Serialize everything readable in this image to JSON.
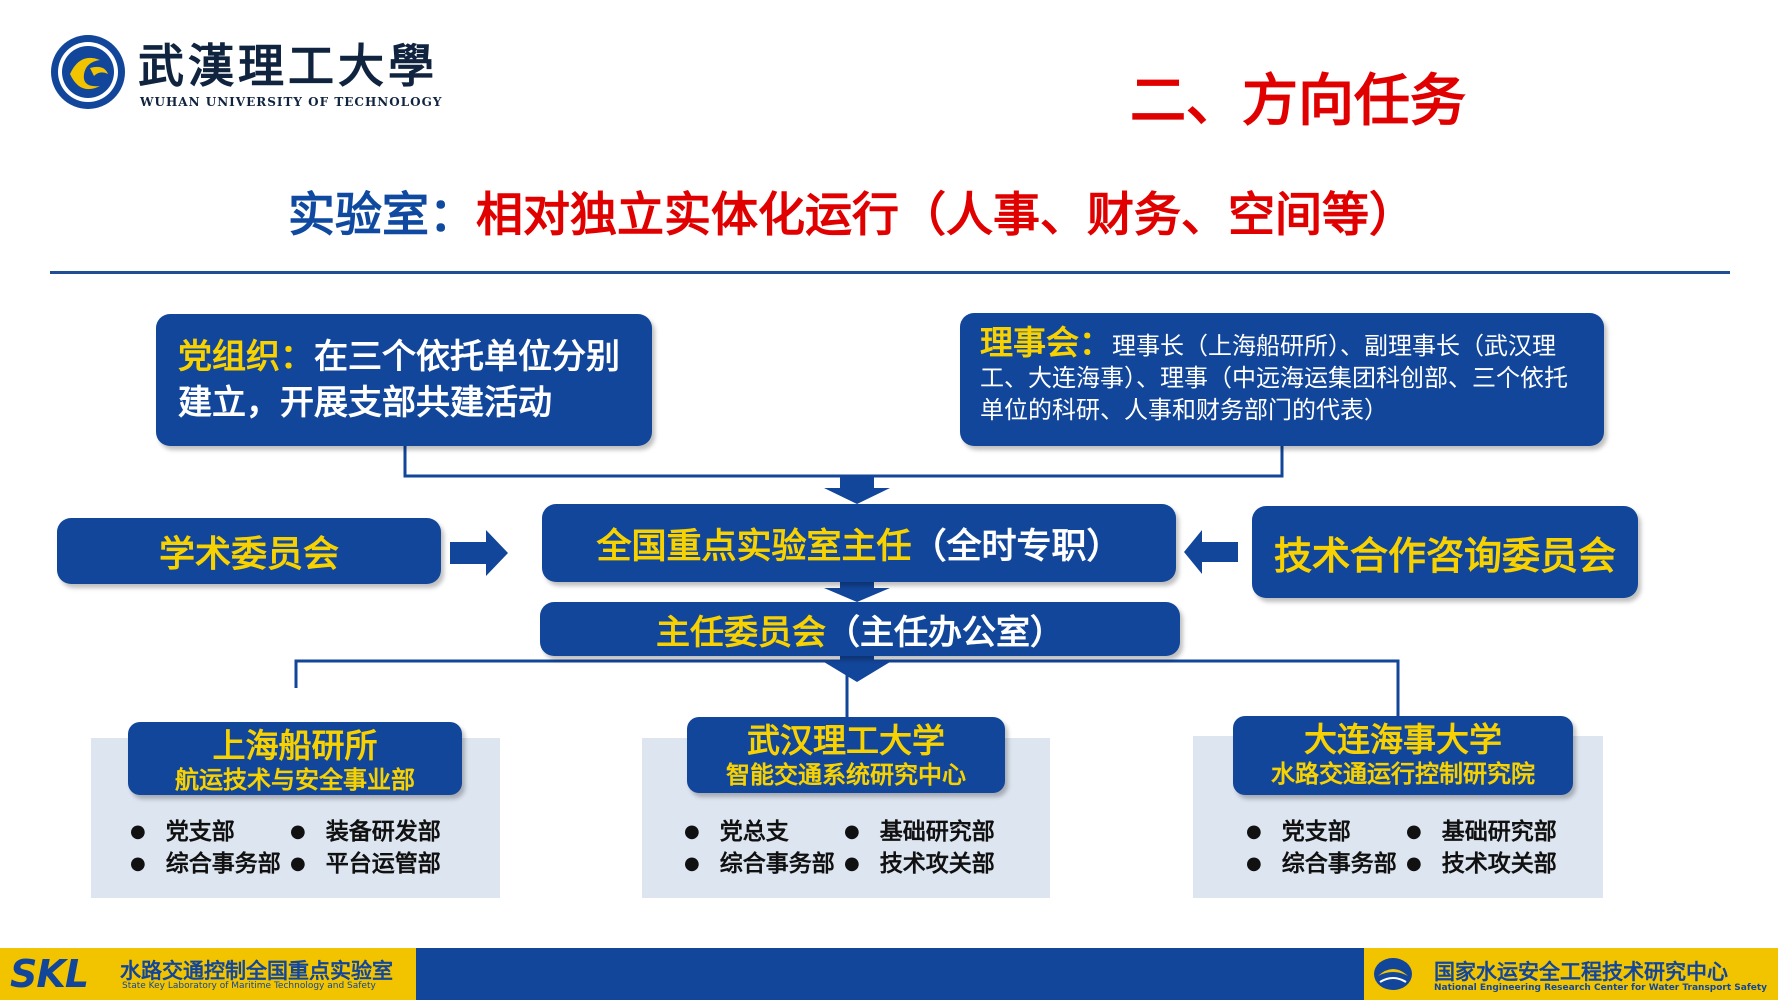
{
  "header": {
    "logo_cn": "武漢理工大學",
    "logo_en": "WUHAN UNIVERSITY OF TECHNOLOGY",
    "section_title": "二、方向任务",
    "subtitle_label": "实验室：",
    "subtitle_value": "相对独立实体化运行（人事、财务、空间等）"
  },
  "party": {
    "label": "党组织：",
    "text": "在三个依托单位分别建立，开展支部共建活动"
  },
  "board": {
    "label": "理事会：",
    "text": "理事长（上海船研所）、副理事长（武汉理工、大连海事）、理事（中远海运集团科创部、三个依托单位的科研、人事和财务部门的代表）"
  },
  "academic": "学术委员会",
  "director": {
    "label": "全国重点实验室主任",
    "note": "（全时专职）"
  },
  "tech": "技术合作咨询委员会",
  "committee": {
    "label": "主任委员会",
    "note": "（主任办公室）"
  },
  "units": [
    {
      "name": "上海船研所",
      "sub": "航运技术与安全事业部",
      "depts": [
        "党支部",
        "装备研发部",
        "综合事务部",
        "平台运管部"
      ]
    },
    {
      "name": "武汉理工大学",
      "sub": "智能交通系统研究中心",
      "depts": [
        "党总支",
        "基础研究部",
        "综合事务部",
        "技术攻关部"
      ]
    },
    {
      "name": "大连海事大学",
      "sub": "水路交通运行控制研究院",
      "depts": [
        "党支部",
        "基础研究部",
        "综合事务部",
        "技术攻关部"
      ]
    }
  ],
  "footer": {
    "left_mark": "SKL",
    "left_cn": "水路交通控制全国重点实验室",
    "left_en": "State Key Laboratory of Maritime Technology and Safety",
    "right_cn": "国家水运安全工程技术研究中心",
    "right_en": "National Engineering Research Center for Water Transport Safety"
  },
  "colors": {
    "box_blue": "#12469a",
    "title_red": "#e00000",
    "label_yellow": "#f7d200",
    "panel_grey": "#dde5f1",
    "footer_yellow": "#f2c400"
  }
}
